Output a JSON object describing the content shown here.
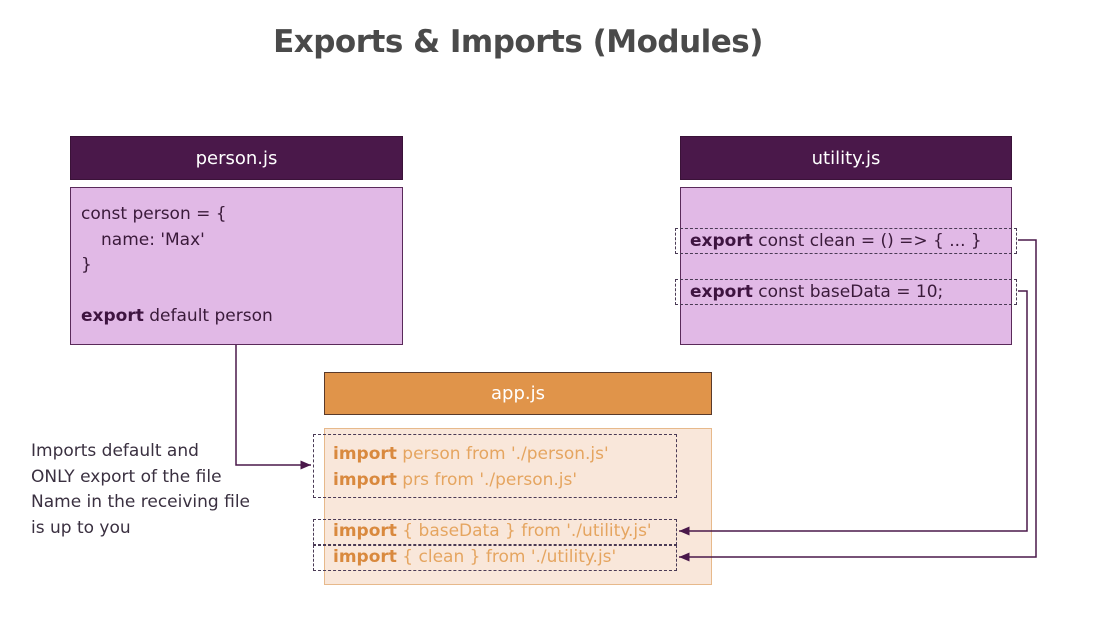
{
  "title": "Exports & Imports (Modules)",
  "person": {
    "header": "person.js",
    "lines": [
      "const person = {",
      "name: 'Max'",
      "}"
    ],
    "export_kw": "export",
    "export_rest": " default person"
  },
  "utility": {
    "header": "utility.js",
    "exports": [
      {
        "kw": "export",
        "rest": " const clean = () => { ... }"
      },
      {
        "kw": "export",
        "rest": " const baseData = 10;"
      }
    ]
  },
  "app": {
    "header": "app.js",
    "imports": [
      {
        "kw": "import",
        "rest": " person from './person.js'"
      },
      {
        "kw": "import",
        "rest": " prs from './person.js'"
      },
      {
        "kw": "import",
        "rest": " { baseData } from './utility.js'"
      },
      {
        "kw": "import",
        "rest": " { clean } from './utility.js'"
      }
    ]
  },
  "note": [
    "Imports default and",
    "ONLY export of the file",
    "Name in the receiving file",
    "is up to you"
  ],
  "colors": {
    "file_header": "#4a184a",
    "file_body": "#e1b9e6",
    "app_header": "#e0944a",
    "app_body": "#f9e7da",
    "connector": "#4a184a"
  }
}
